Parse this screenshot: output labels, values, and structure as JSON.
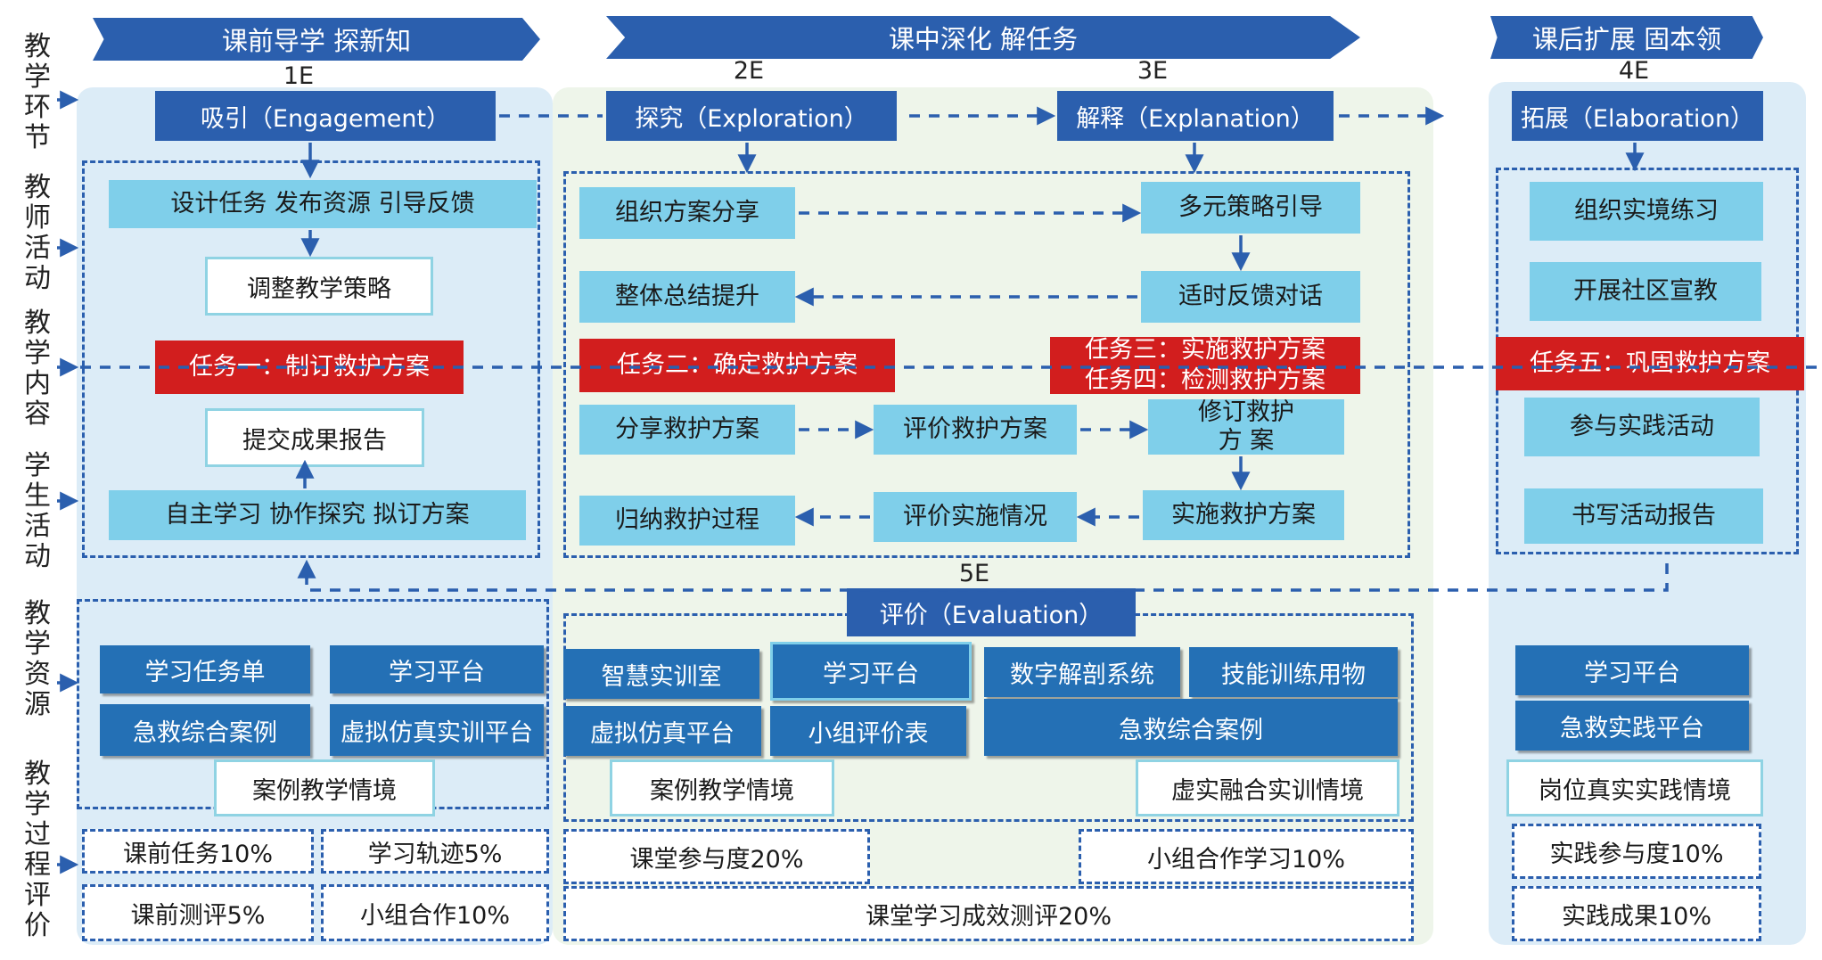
{
  "stages": {
    "pre": "课前导学 探新知",
    "mid": "课中深化  解任务",
    "post": "课后扩展  固本领"
  },
  "e_labels": {
    "e1": "1E",
    "e2": "2E",
    "e3": "3E",
    "e4": "4E",
    "e5": "5E"
  },
  "rows": {
    "r1": "教学环节",
    "r2": "教师活动",
    "r3": "教学内容",
    "r4": "学生活动",
    "r5": "教学资源",
    "r6": "教学过程评价"
  },
  "phases": {
    "engagement": "吸引（Engagement）",
    "exploration": "探究（Exploration）",
    "explanation": "解释（Explanation）",
    "elaboration": "拓展（Elaboration）",
    "evaluation": "评价（Evaluation）"
  },
  "pre": {
    "teacher1": "设计任务  发布资源  引导反馈",
    "teacher2": "调整教学策略",
    "task": "任务一：制订救护方案",
    "student1": "提交成果报告",
    "student2": "自主学习 协作探究 拟订方案",
    "res1": "学习任务单",
    "res2": "学习平台",
    "res3": "急救综合案例",
    "res4": "虚拟仿真实训平台",
    "res5": "案例教学情境",
    "eval1": "课前任务10%",
    "eval2": "学习轨迹5%",
    "eval3": "课前测评5%",
    "eval4": "小组合作10%"
  },
  "mid": {
    "teacher1": "组织方案分享",
    "teacher2": "多元策略引导",
    "teacher3": "整体总结提升",
    "teacher4": "适时反馈对话",
    "task2": "任务二：确定救护方案",
    "task3": "任务三：实施救护方案",
    "task4": "任务四：检测救护方案",
    "student1": "分享救护方案",
    "student2": "评价救护方案",
    "student3_l1": "修订救护",
    "student3_l2": "方 案",
    "student4": "归纳救护过程",
    "student5": "评价实施情况",
    "student6": "实施救护方案",
    "res1": "智慧实训室",
    "res2": "学习平台",
    "res3": "数字解剖系统",
    "res4": "技能训练用物",
    "res5": "虚拟仿真平台",
    "res6": "小组评价表",
    "res7": "急救综合案例",
    "res8": "案例教学情境",
    "res9": "虚实融合实训情境",
    "eval1": "课堂参与度20%",
    "eval2": "小组合作学习10%",
    "eval3": "课堂学习成效测评20%"
  },
  "post": {
    "teacher1": "组织实境练习",
    "teacher2": "开展社区宣教",
    "task5": "任务五：巩固救护方案",
    "student1": "参与实践活动",
    "student2": "书写活动报告",
    "res1": "学习平台",
    "res2": "急救实践平台",
    "res3": "岗位真实实践情境",
    "eval1": "实践参与度10%",
    "eval2": "实践成果10%"
  },
  "colors": {
    "dark_blue": "#2b5fae",
    "cyan": "#7fcfea",
    "red": "#d21e1e",
    "panel_blue": "#dcecf7",
    "panel_green": "#eef5ea"
  }
}
